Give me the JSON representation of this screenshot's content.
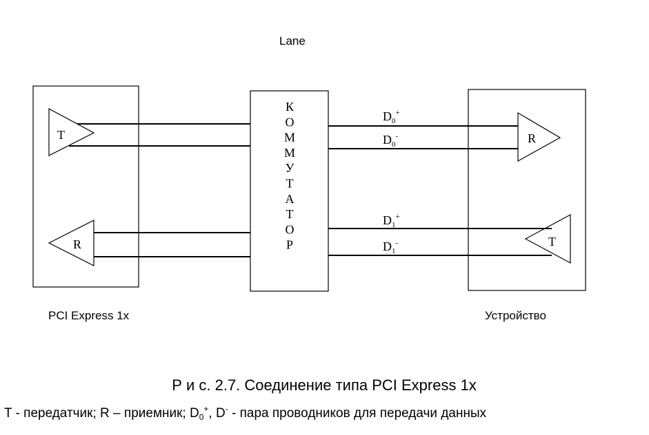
{
  "diagram": {
    "lane_label": "Lane",
    "left_block_label": "PCI Express 1x",
    "right_block_label": "Устройство",
    "switch_letters": [
      "К",
      "О",
      "М",
      "М",
      "У",
      "Т",
      "А",
      "Т",
      "О",
      "Р"
    ],
    "left_tx": "T",
    "left_rx": "R",
    "right_rx": "R",
    "right_tx": "T",
    "signals": {
      "d0_a": {
        "base": "D",
        "sub": "0",
        "sup": "+"
      },
      "d0_b": {
        "base": "D",
        "sub": "0",
        "sup": "-"
      },
      "d1_a": {
        "base": "D",
        "sub": "1",
        "sup": "+"
      },
      "d1_b": {
        "base": "D",
        "sub": "1",
        "sup": "-"
      }
    }
  },
  "caption": {
    "title": "Р и с. 2.7. Соединение типа PCI Express 1x",
    "legend": {
      "t_letter": "T",
      "t_desc": " - передатчик; ",
      "r_letter": "R",
      "r_desc": " – приемник; ",
      "d_base_1": "D",
      "d_sub_1": "0",
      "d_sup_1": "+",
      "sep": ", ",
      "d_base_2": "D",
      "d_sup_2": "-",
      "d_desc": " - пара проводников для передачи данных"
    }
  }
}
